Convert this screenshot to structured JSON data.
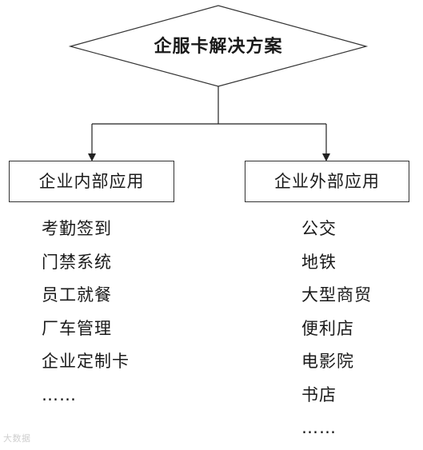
{
  "root": {
    "label": "企服卡解决方案"
  },
  "branches": {
    "internal": {
      "label": "企业内部应用",
      "items": [
        "考勤签到",
        "门禁系统",
        "员工就餐",
        "厂车管理",
        "企业定制卡",
        "……"
      ]
    },
    "external": {
      "label": "企业外部应用",
      "items": [
        "公交",
        "地铁",
        "大型商贸",
        "便利店",
        "电影院",
        "书店",
        "……"
      ]
    }
  },
  "watermark": "大数据"
}
